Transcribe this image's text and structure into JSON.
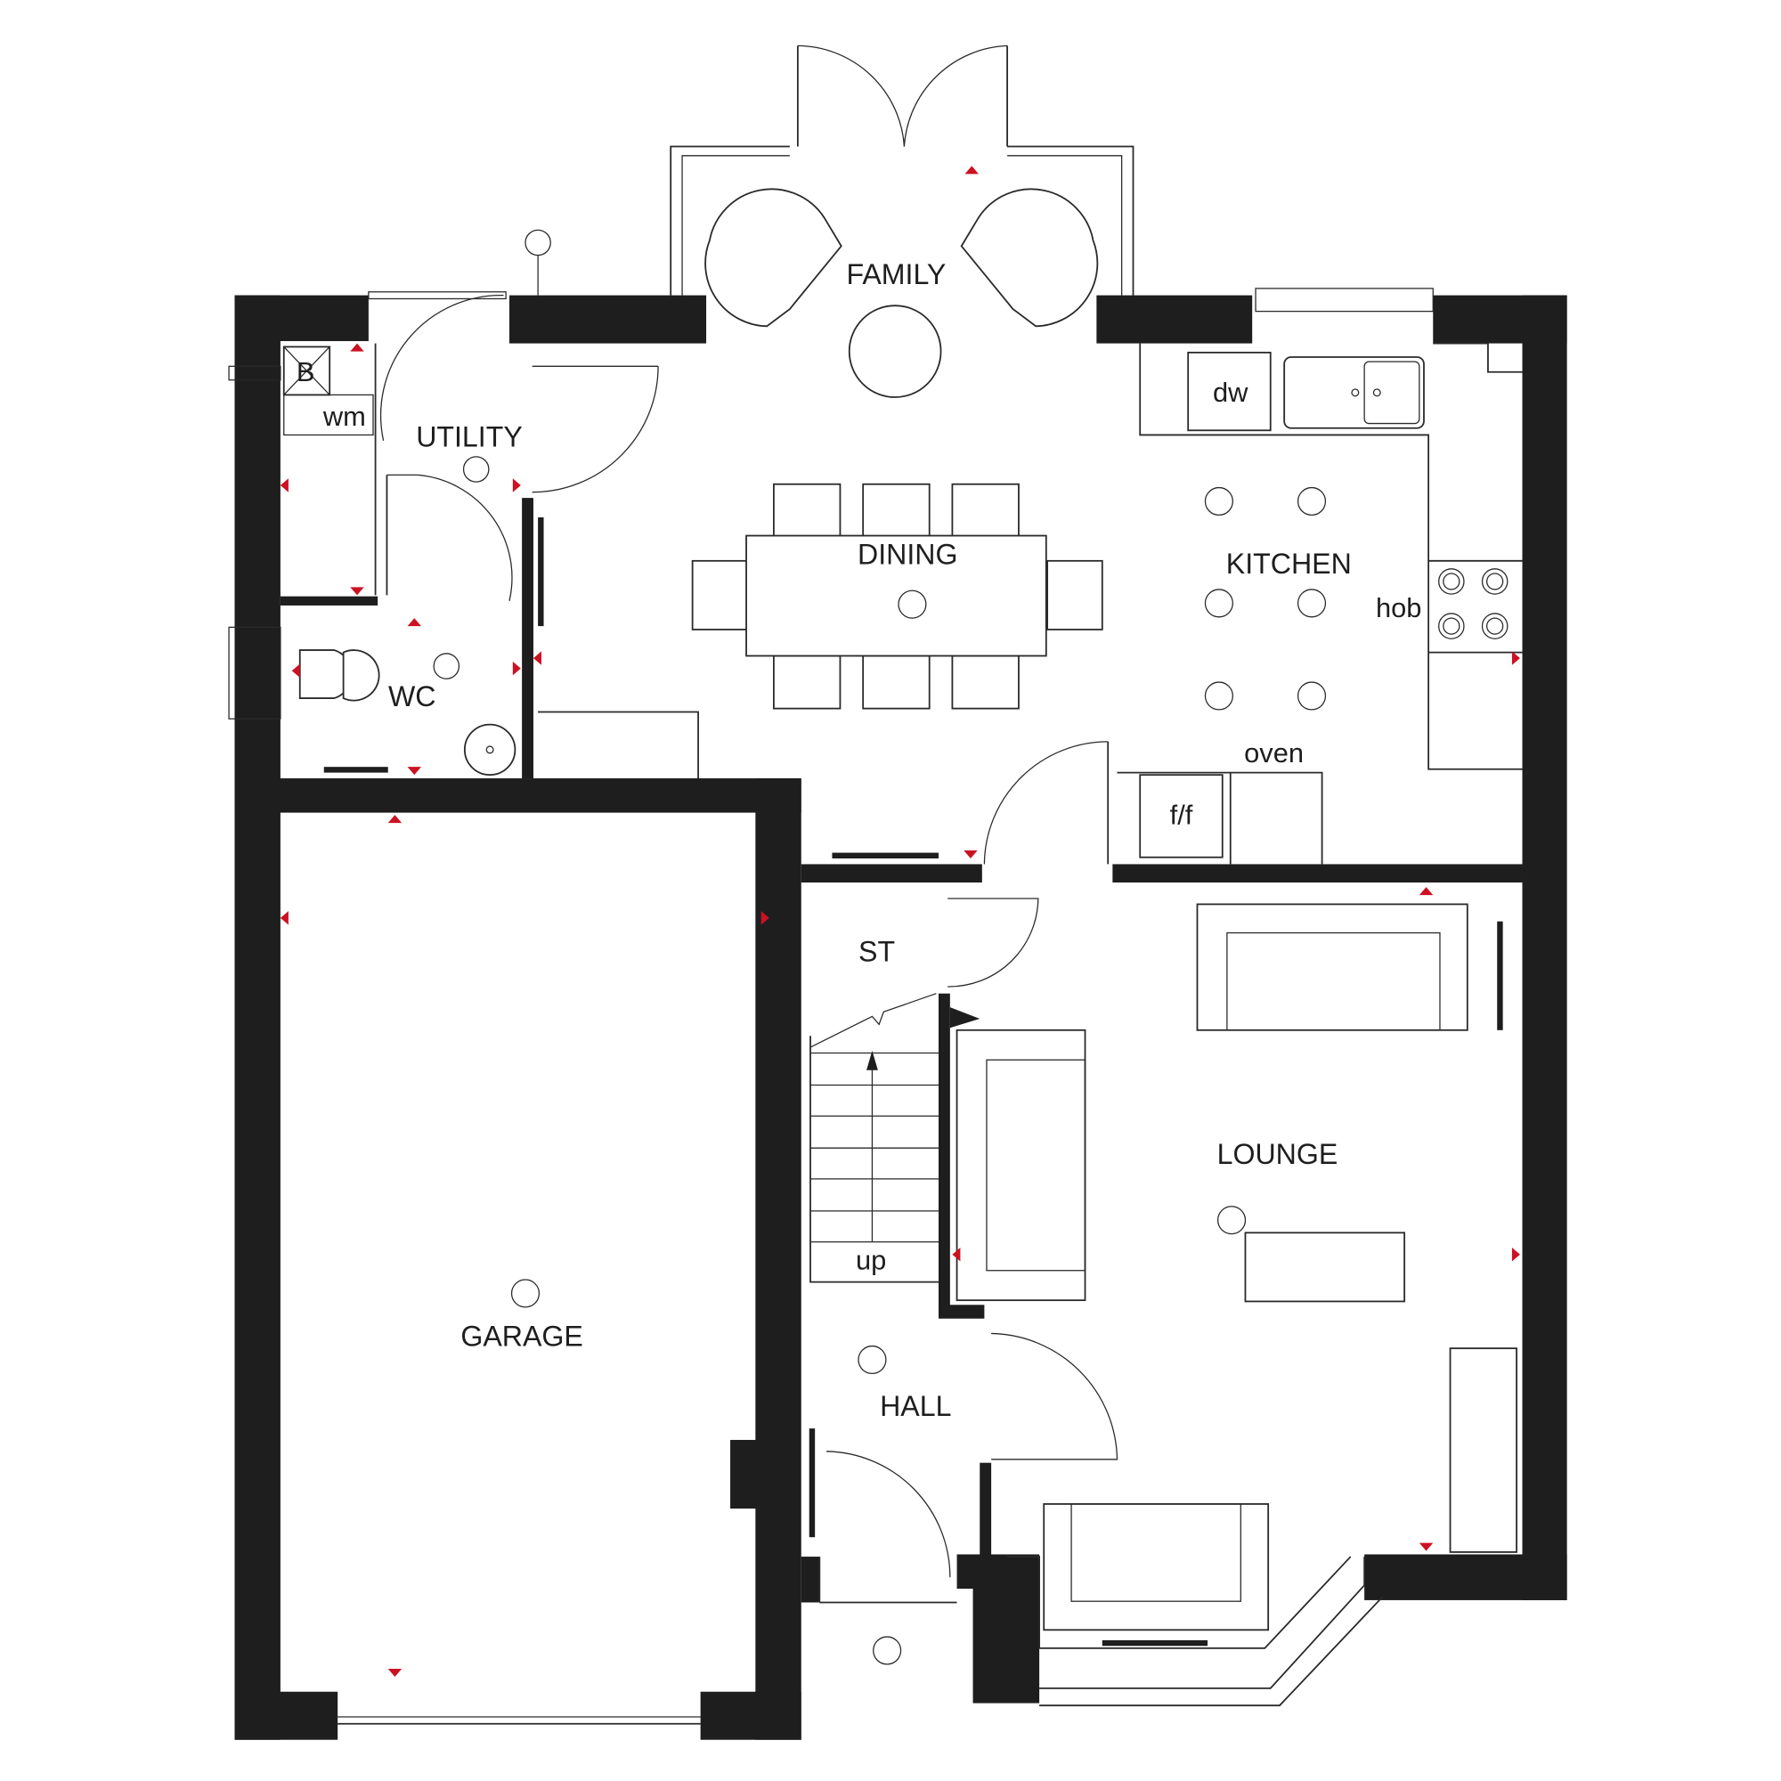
{
  "plan": {
    "type": "ground-floor-plan",
    "colors": {
      "wall": "#1e1e1e",
      "line": "#2a2a2a",
      "marker": "#cc1122",
      "background": "#ffffff"
    },
    "rooms": [
      {
        "id": "family",
        "label": "FAMILY"
      },
      {
        "id": "utility",
        "label": "UTILITY"
      },
      {
        "id": "dining",
        "label": "DINING"
      },
      {
        "id": "kitchen",
        "label": "KITCHEN"
      },
      {
        "id": "wc",
        "label": "WC"
      },
      {
        "id": "st",
        "label": "ST"
      },
      {
        "id": "lounge",
        "label": "LOUNGE"
      },
      {
        "id": "garage",
        "label": "GARAGE"
      },
      {
        "id": "hall",
        "label": "HALL"
      }
    ],
    "fixtures": {
      "boiler": "B",
      "washing_machine": "wm",
      "dishwasher": "dw",
      "hob": "hob",
      "oven": "oven",
      "fridge_freezer": "f/f",
      "stairs": "up"
    }
  }
}
